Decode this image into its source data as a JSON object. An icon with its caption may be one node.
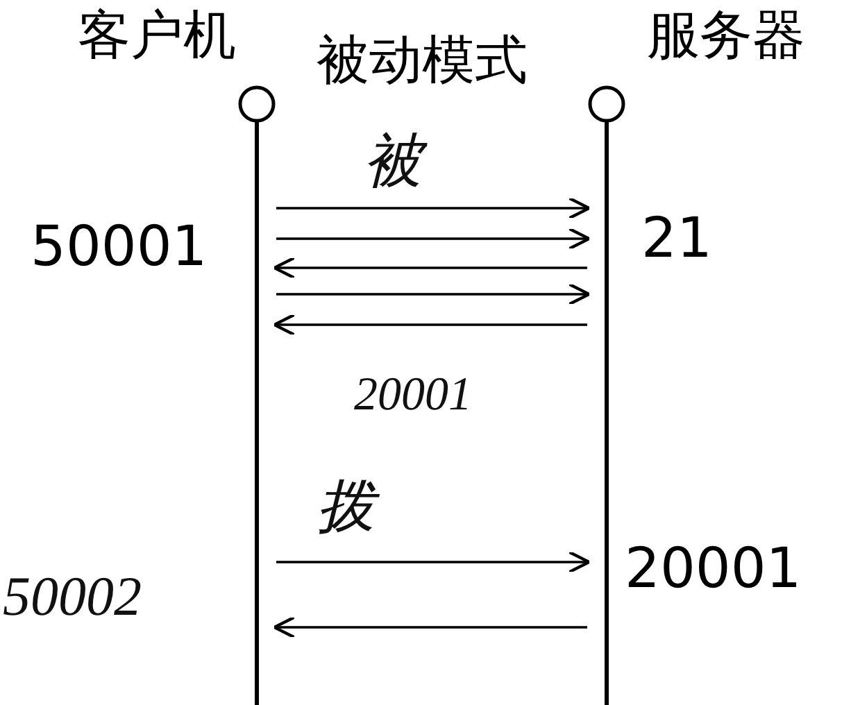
{
  "diagram": {
    "title": "被动模式",
    "nodes": [
      {
        "text": [
          "客户机"
        ]
      },
      {
        "text": [
          "服务器"
        ]
      }
    ],
    "edges": [
      {
        "from": 0,
        "to": 1,
        "arrow": "to"
      },
      {
        "from": 0,
        "to": 1,
        "arrow": "to"
      },
      {
        "from": 1,
        "to": 0,
        "arrow": "to"
      },
      {
        "from": 0,
        "to": 1,
        "arrow": "to"
      },
      {
        "from": 1,
        "to": 0,
        "arrow": "to"
      },
      {
        "from": 0,
        "to": 1,
        "arrow": "to"
      },
      {
        "from": 1,
        "to": 0,
        "arrow": "to"
      }
    ],
    "labels": [
      "50001",
      "21",
      "被",
      "20001",
      "拨",
      "20001",
      "50002"
    ]
  }
}
